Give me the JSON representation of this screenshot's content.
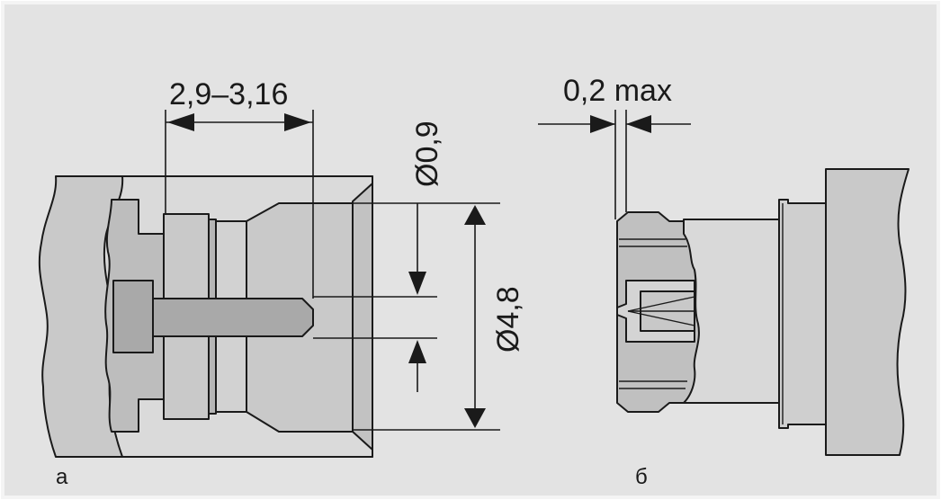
{
  "colors": {
    "frame_bg": "#e3e3e3",
    "frame_border": "#f1f1f1",
    "part_fill": "#c9c9c9",
    "part_light": "#d9d9d9",
    "part_dark": "#a9a9a9",
    "outline": "#1a1a1a",
    "dim_line": "#1a1a1a"
  },
  "panel_a": {
    "label": "а",
    "dimension_length": "2,9–3,16",
    "dimension_pin_diameter": "Ø0,9",
    "dimension_body_diameter": "Ø4,8"
  },
  "panel_b": {
    "label": "б",
    "dimension_gap": "0,2 max"
  },
  "icons": [
    "arrow-down-icon",
    "arrow-up-icon",
    "arrow-left-icon",
    "arrow-right-icon"
  ]
}
